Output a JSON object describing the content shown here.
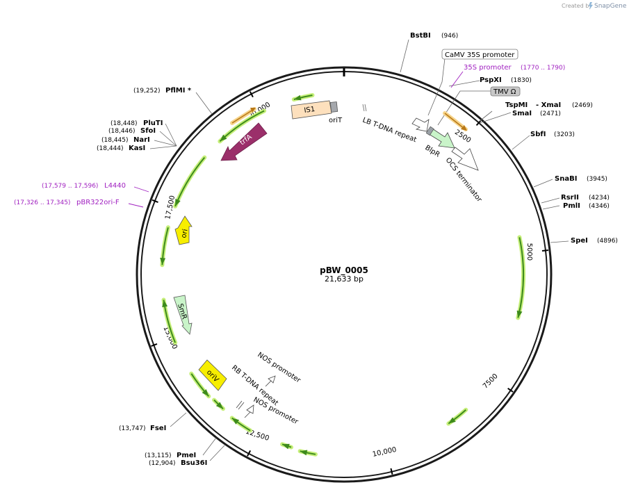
{
  "credit": {
    "prefix": "Created by",
    "brand": "SnapGene"
  },
  "plasmid": {
    "name": "pBW_0005",
    "size": "21,633 bp"
  },
  "ticks": [
    "2500",
    "5000",
    "7500",
    "10,000",
    "12,500",
    "15,000",
    "17,500",
    "20,000"
  ],
  "sites": [
    {
      "id": "bstbi",
      "name": "BstBI",
      "pos": "(946)"
    },
    {
      "id": "pspxi",
      "name": "PspXI",
      "pos": "(1830)"
    },
    {
      "id": "tspmi",
      "name": "TspMI",
      "pos": "(2469)"
    },
    {
      "id": "xmai",
      "name": "- XmaI"
    },
    {
      "id": "smai",
      "name": "SmaI",
      "pos": "(2471)"
    },
    {
      "id": "sbfi",
      "name": "SbfI",
      "pos": "(3203)"
    },
    {
      "id": "snabi",
      "name": "SnaBI",
      "pos": "(3945)"
    },
    {
      "id": "rsrii",
      "name": "RsrII",
      "pos": "(4234)"
    },
    {
      "id": "pmli",
      "name": "PmlI",
      "pos": "(4346)"
    },
    {
      "id": "spei",
      "name": "SpeI",
      "pos": "(4896)"
    },
    {
      "id": "fsei",
      "name": "FseI",
      "pos": "(13,747)"
    },
    {
      "id": "pmei",
      "name": "PmeI",
      "pos": "(13,115)"
    },
    {
      "id": "bsu36i",
      "name": "Bsu36I",
      "pos": "(12,904)"
    },
    {
      "id": "kasi",
      "name": "KasI",
      "pos": "(18,444)"
    },
    {
      "id": "nari",
      "name": "NarI",
      "pos": "(18,445)"
    },
    {
      "id": "sfoi",
      "name": "SfoI",
      "pos": "(18,446)"
    },
    {
      "id": "pluti",
      "name": "PluTI",
      "pos": "(18,448)"
    },
    {
      "id": "pfimi",
      "name": "PflMI *",
      "pos": "(19,252)"
    }
  ],
  "primers": [
    {
      "id": "p35s",
      "name": "35S promoter",
      "pos": "(1770 .. 1790)"
    },
    {
      "id": "l4440",
      "name": "L4440",
      "pos": "(17,579 .. 17,596)"
    },
    {
      "id": "pbr322",
      "name": "pBR322ori-F",
      "pos": "(17,326 .. 17,345)"
    }
  ],
  "boxed_labels": {
    "camv": "CaMV 35S promoter",
    "tmv": "TMV Ω"
  },
  "features": {
    "is1": "IS1",
    "orit": "oriT",
    "lb": "LB T-DNA repeat",
    "blpr": "BlpR",
    "ocs": "OCS terminator",
    "trfa": "trfA",
    "ori": "ori",
    "smr": "SmR",
    "oriv": "oriV",
    "nos1": "NOS promoter",
    "rb": "RB T-DNA repeat",
    "nos2": "NOS promoter"
  },
  "colors": {
    "backbone": "#1a1a1a",
    "orf": "#3d8a1c",
    "orf_glow": "#c6ef7a",
    "primer_orange": "#e0a030",
    "primer_glow": "#f6d48a",
    "is1": "#fde0bd",
    "trfa": "#9b2f6a",
    "ori": "#f7ee00",
    "smr": "#c9f4c9",
    "blpr": "#c9f4c9",
    "orit": "#a5a8ad",
    "purple": "#a020c0",
    "tmv_box": "#c8c8c8"
  }
}
